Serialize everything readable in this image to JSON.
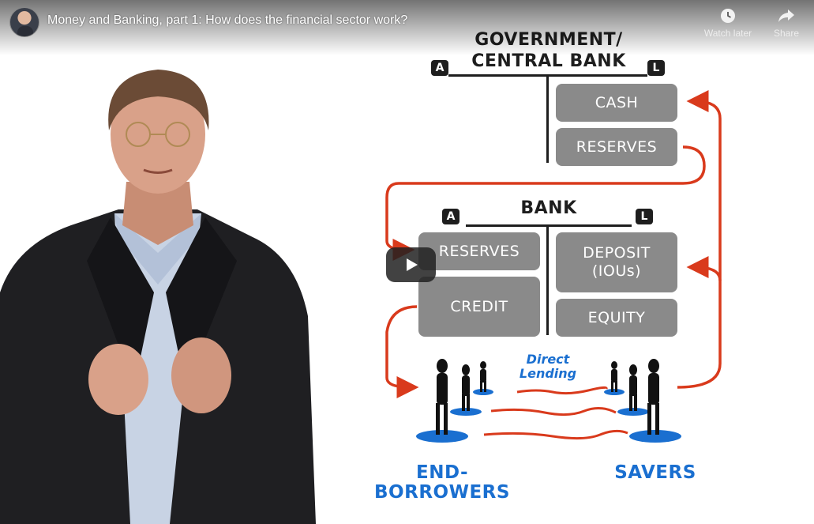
{
  "header": {
    "video_title": "Money and Banking, part 1: How does the financial sector work?",
    "watch_later_label": "Watch later",
    "share_label": "Share"
  },
  "diagram": {
    "government": {
      "title": "GOVERNMENT/\nCENTRAL BANK",
      "assets_badge": "A",
      "liabilities_badge": "L",
      "liabilities": [
        "CASH",
        "RESERVES"
      ]
    },
    "bank": {
      "title": "BANK",
      "assets_badge": "A",
      "liabilities_badge": "L",
      "assets": [
        "RESERVES",
        "CREDIT"
      ],
      "liabilities": [
        "DEPOSIT\n(IOUs)",
        "EQUITY"
      ]
    },
    "direct_lending_label": "Direct\nLending",
    "end_borrowers_label": "END-\nBORROWERS",
    "savers_label": "SAVERS"
  },
  "colors": {
    "arrow": "#d93a1c",
    "box": "#8a8a8a",
    "blue": "#1a6fd0",
    "ink": "#1e1e1e"
  }
}
